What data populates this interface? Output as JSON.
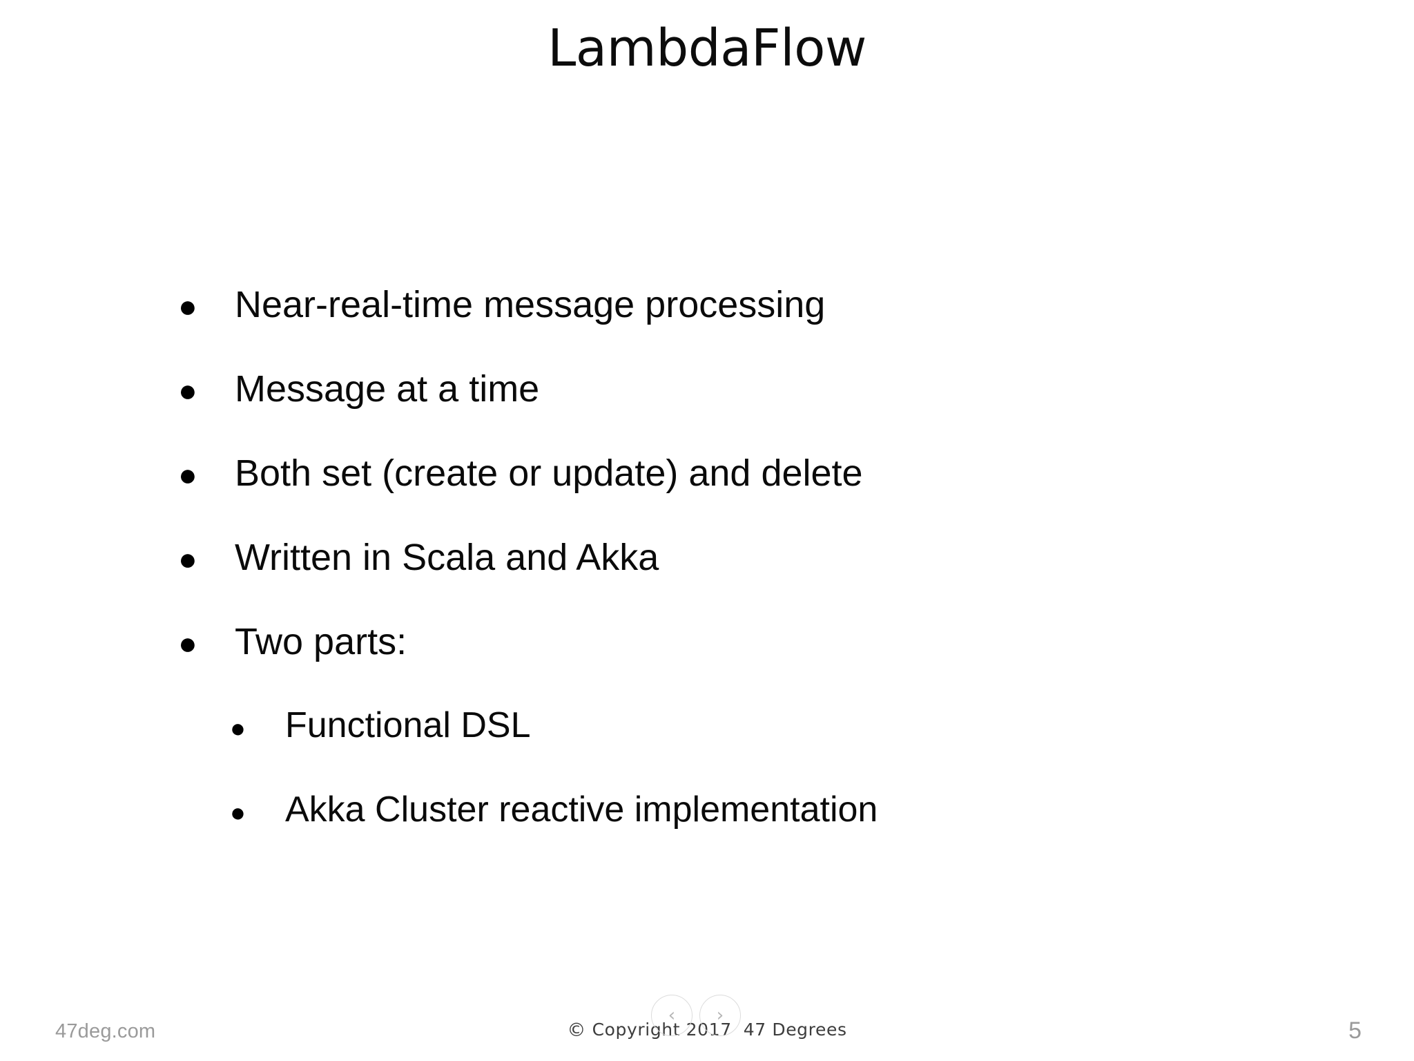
{
  "slide": {
    "title": "LambdaFlow",
    "bullets": [
      {
        "level": 1,
        "marker": "●",
        "text": "Near-real-time message processing"
      },
      {
        "level": 1,
        "marker": "●",
        "text": "Message at a time"
      },
      {
        "level": 1,
        "marker": "●",
        "text": "Both set (create or update) and delete"
      },
      {
        "level": 1,
        "marker": "●",
        "text": "Written in Scala and Akka"
      },
      {
        "level": 1,
        "marker": "●",
        "text": "Two parts:"
      },
      {
        "level": 2,
        "marker": "●",
        "text": "Functional DSL"
      },
      {
        "level": 2,
        "marker": "●",
        "text": "Akka Cluster reactive implementation"
      }
    ]
  },
  "footer": {
    "site": "47deg.com",
    "copyright_mark": "©",
    "copyright_text": " Copyright 2017  47 Degrees",
    "page_number": "5",
    "prev_label": "‹",
    "next_label": "›"
  },
  "colors": {
    "background": "#ffffff",
    "text": "#0a0a0a",
    "muted": "#9a9a9a",
    "footer_text": "#3d3d3d",
    "nav_border": "#dcdcdc"
  }
}
